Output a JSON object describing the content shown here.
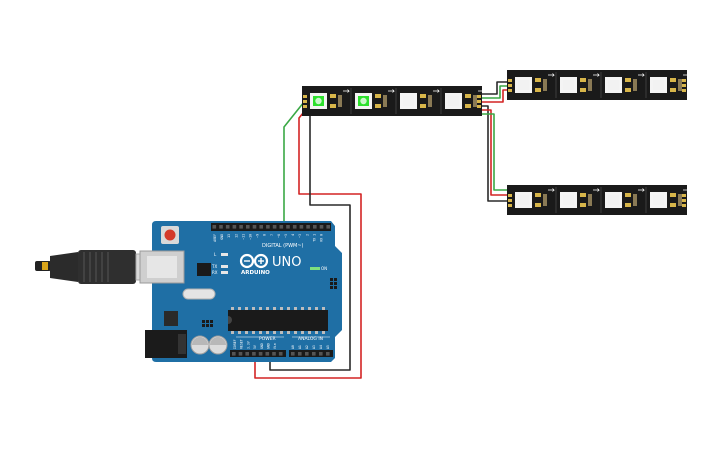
{
  "board": {
    "brand": "ARDUINO",
    "model": "UNO",
    "digital_header_label": "DIGITAL (PWM~)",
    "power_label": "POWER",
    "analog_label": "ANALOG IN",
    "on_label": "ON",
    "led_l": "L",
    "led_tx": "TX",
    "led_rx": "RX",
    "digital_pins": [
      "AREF",
      "GND",
      "13",
      "12",
      "~11",
      "~10",
      "~9",
      "8",
      "7",
      "~6",
      "~5",
      "4",
      "~3",
      "2",
      "TX 1",
      "RX 0"
    ],
    "power_pins": [
      "IOREF",
      "RESET",
      "3.3V",
      "5V",
      "GND",
      "GND",
      "Vin"
    ],
    "analog_pins": [
      "A0",
      "A1",
      "A2",
      "A3",
      "A4",
      "A5"
    ]
  },
  "strips": [
    {
      "id": "strip-1",
      "pixel_count": 4,
      "lit_pixels": [
        0,
        1
      ]
    },
    {
      "id": "strip-2",
      "pixel_count": 4,
      "lit_pixels": []
    },
    {
      "id": "strip-3",
      "pixel_count": 4,
      "lit_pixels": []
    }
  ],
  "colors": {
    "board_blue": "#1f6fa5",
    "strip_black": "#1a1a1a",
    "wire_red": "#d32424",
    "wire_green": "#3aa845",
    "wire_black": "#2a2a2a",
    "led_lit": "#2de02d",
    "led_off": "#f2f2f2"
  }
}
